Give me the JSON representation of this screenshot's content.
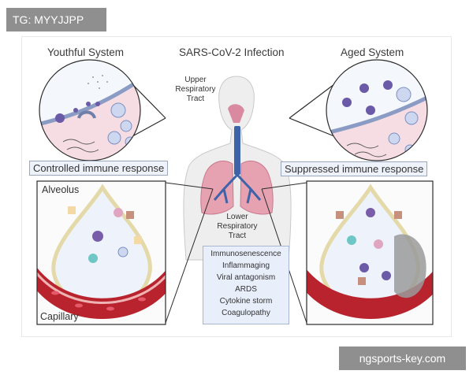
{
  "watermark": {
    "top_left": "TG: MYYJJPP",
    "bottom_right": "ngsports-key.com"
  },
  "headers": {
    "left": "Youthful System",
    "center": "SARS-CoV-2 Infection",
    "right": "Aged System"
  },
  "labels": {
    "upper_tract": [
      "Upper",
      "Respiratory",
      "Tract"
    ],
    "lower_tract": [
      "Lower",
      "Respiratory",
      "Tract"
    ],
    "controlled": "Controlled immune response",
    "suppressed": "Suppressed immune response",
    "alveolus": "Alveolus",
    "capillary": "Capillary"
  },
  "outcomes": [
    "Immunosenescence",
    "Inflammaging",
    "Viral antagonism",
    "ARDS",
    "Cytokine storm",
    "Coagulopathy"
  ],
  "colors": {
    "border": "#2b2b2b",
    "tissue_pink": "#f6dde4",
    "cell_blue": "#cdd7f0",
    "virus_purple": "#6a5aa8",
    "vessel_red": "#b8232e",
    "lung_pink": "#e7a2b2",
    "airway_blue": "#3f63a8",
    "label_bg": "#eef3fb"
  }
}
